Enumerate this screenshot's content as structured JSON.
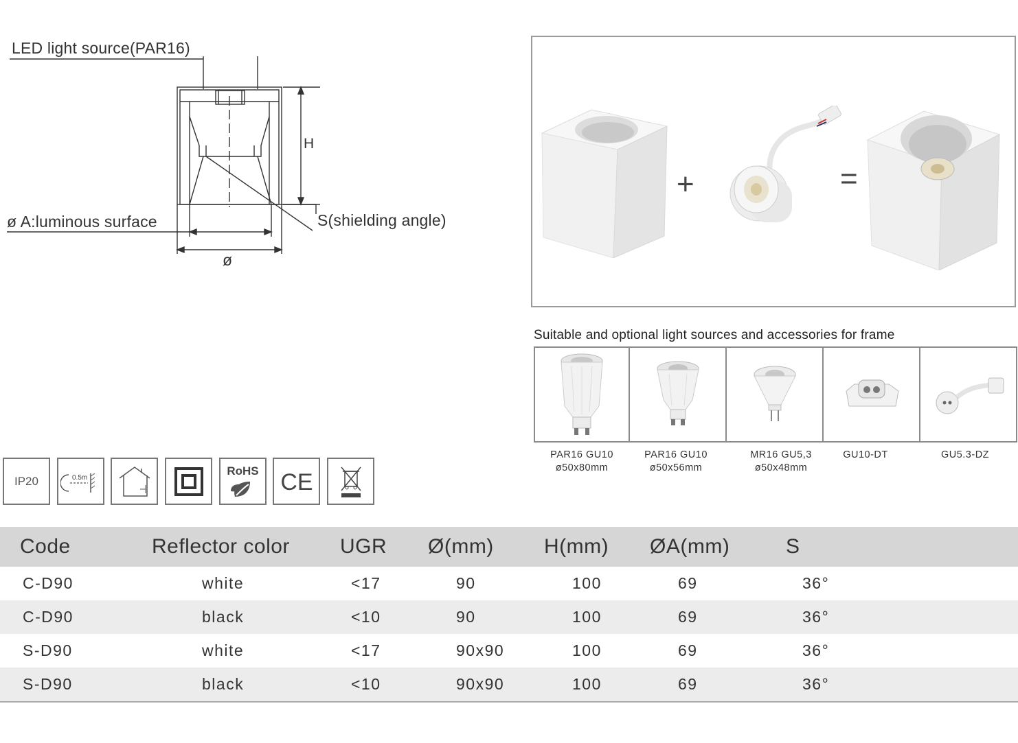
{
  "drawing": {
    "label_light_source": "LED light source(PAR16)",
    "label_height": "H",
    "label_luminous": "ø A:luminous surface",
    "label_shielding": "S(shielding angle)",
    "label_diameter": "ø"
  },
  "assembly": {
    "plus": "+",
    "equals": "="
  },
  "accessories": {
    "title": "Suitable and optional light sources and accessories for  frame",
    "items": [
      {
        "icon": "par16-gu10-long-lamp-icon",
        "line1": "PAR16  GU10",
        "line2": "ø50x80mm"
      },
      {
        "icon": "par16-gu10-short-lamp-icon",
        "line1": "PAR16  GU10",
        "line2": "ø50x56mm"
      },
      {
        "icon": "mr16-gu53-lamp-icon",
        "line1": "MR16  GU5,3",
        "line2": "ø50x48mm"
      },
      {
        "icon": "gu10-socket-icon",
        "line1": "GU10-DT",
        "line2": ""
      },
      {
        "icon": "gu53-socket-cable-icon",
        "line1": "GU5.3-DZ",
        "line2": ""
      }
    ]
  },
  "certifications": {
    "ip": "IP20",
    "distance": "0.5m",
    "rohs": "RoHS",
    "ce": "CE"
  },
  "table": {
    "headers": [
      "Code",
      "Reflector color",
      "UGR",
      "Ø(mm)",
      "H(mm)",
      "ØA(mm)",
      "S"
    ],
    "rows": [
      [
        "C-D90",
        "white",
        "<17",
        "90",
        "100",
        "69",
        "36°"
      ],
      [
        "C-D90",
        "black",
        "<10",
        "90",
        "100",
        "69",
        "36°"
      ],
      [
        "S-D90",
        "white",
        "<17",
        "90x90",
        "100",
        "69",
        "36°"
      ],
      [
        "S-D90",
        "black",
        "<10",
        "90x90",
        "100",
        "69",
        "36°"
      ]
    ]
  }
}
